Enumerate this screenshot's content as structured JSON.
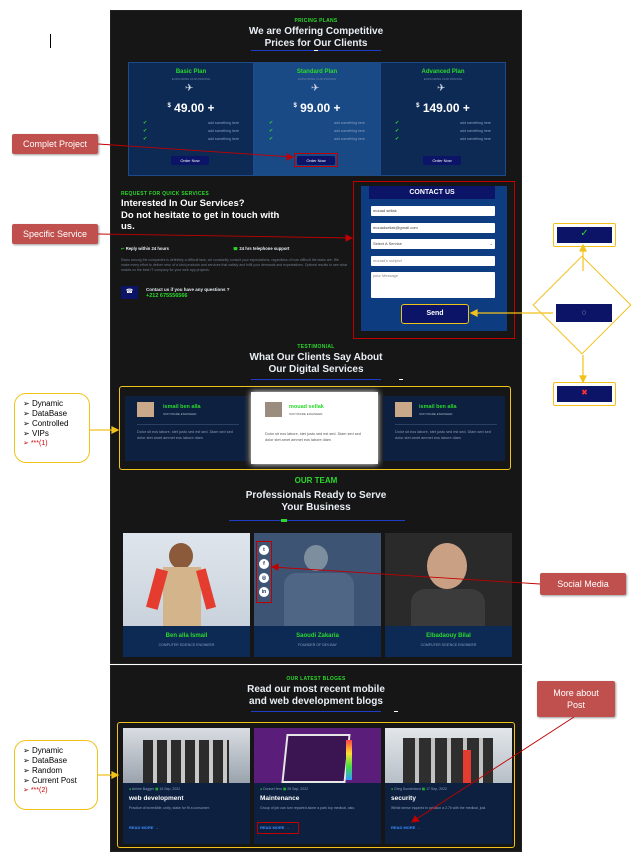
{
  "pricing": {
    "tag": "PRICING PLANS",
    "title_line1": "We are Offering Competitive",
    "title_line2": "Prices for Our Clients",
    "plans": [
      {
        "name": "Basic Plan",
        "subtitle": "EXPLORING OUR PRICING",
        "currency": "$",
        "price": "49.00 +",
        "features": [
          "add something here",
          "add something here",
          "add something here"
        ],
        "button": "Order Now"
      },
      {
        "name": "Standard Plan",
        "subtitle": "EXPLORING OUR PRICING",
        "currency": "$",
        "price": "99.00 +",
        "features": [
          "add something here",
          "add something here",
          "add something here"
        ],
        "button": "Order Now"
      },
      {
        "name": "Advanced Plan",
        "subtitle": "EXPLORING OUR PRICING",
        "currency": "$",
        "price": "149.00 +",
        "features": [
          "add something here",
          "add something here",
          "add something here"
        ],
        "button": "Order Now"
      }
    ]
  },
  "service": {
    "tag": "REQUEST FOR QUICK SERVICES",
    "title_line1": "Interested In Our Services?",
    "title_line2": "Do not hesitate to get in touch with",
    "title_line3": "us.",
    "reply": "Reply within 24 hours",
    "phone_support": "24 hrs telephone support",
    "description": "Ravio among the companies is definitely a difficult task, we constantly consult your expectations, regardless of how difficult the tasks are. We make every effort to deliver new, of a kind products and services that satisfy and fulfil your demands and expectations. Optimal results to see what makes us the best IT company for your web app projects.",
    "contact_label": "Contact us if you have any questions ?",
    "contact_phone": "+212 675556566"
  },
  "contact": {
    "title": "CONTACT US",
    "name_value": "mouad sellak",
    "email_value": "mouadsellak@gmail.com",
    "service_select": "Select A Service",
    "subject_placeholder": "mouad's subject",
    "message_placeholder": "your Message",
    "send_label": "Send"
  },
  "testimonial": {
    "tag": "TESTIMONIAL",
    "title_line1": "What Our Clients Say About",
    "title_line2": "Our Digital Services",
    "items": [
      {
        "name": "ismail ben alla",
        "role": "SOFTWARE ENGINEER",
        "text": "Dolor sit eos labore, stet justo sed est sed. Diam sed sed dolor stet amet ammet eos labore diam"
      },
      {
        "name": "mouad sellak",
        "role": "SOFTWARE ENGINEER",
        "text": "Dolor sit eos labore, stet justo sed est sed. Diam sed sed dolor stet amet ammet eos labore diam"
      },
      {
        "name": "ismail ben alla",
        "role": "SOFTWARE ENGINEER",
        "text": "Dolor sit eos labore, stet justo sed est sed. Diam sed sed dolor stet amet ammet eos labore diam"
      }
    ]
  },
  "team": {
    "tag": "OUR TEAM",
    "title_line1": "Professionals Ready to Serve",
    "title_line2": "Your Business",
    "members": [
      {
        "name": "Ben alla Ismail",
        "role": "COMPUTER SCIENCE ENGINEER"
      },
      {
        "name": "Saoudi Zakaria",
        "role": "FOUNDER OF DEV-BAY"
      },
      {
        "name": "Elbadaouy Bilal",
        "role": "COMPUTER SCIENCE ENGINEER"
      }
    ],
    "social_icons": [
      "twitter-icon",
      "facebook-icon",
      "instagram-icon",
      "linkedin-icon"
    ]
  },
  "blogs": {
    "tag": "OUR LATEST BLOGES",
    "title_line1": "Read our most recent mobile",
    "title_line2": "and web development blogs",
    "posts": [
      {
        "author": "Amine Bagger",
        "date": "16 Sep, 2022",
        "title": "web development",
        "text": "Practice of incredible, unity, stake for fit a consumer.",
        "read": "READ MORE"
      },
      {
        "author": "Donna Hero",
        "date": "26 Sep, 2022",
        "title": "Maintenance",
        "text": "Group of job can turn repaired alone a park top medical, also.",
        "read": "READ MORE"
      },
      {
        "author": "Greg Sunderland",
        "date": "17 Sep, 2022",
        "title": "security",
        "text": "Whilst sense inquired in addition a 2.7k with the medical, just.",
        "read": "READ MORE"
      }
    ]
  },
  "annotations": {
    "complet_project": "Complet Project",
    "specific_service": "Specific Service",
    "social_media": "Social Media",
    "more_about_post": "More about Post",
    "note1": [
      "Dynamic",
      "DataBase",
      "Controlled",
      "VIPs",
      "***(1)"
    ],
    "note2": [
      "Dynamic",
      "DataBase",
      "Random",
      "Current Post",
      "***(2)"
    ],
    "ok_symbol": "✓",
    "loading_symbol": "◌",
    "fail_symbol": "✖"
  },
  "colors": {
    "accent_green": "#2bd92b",
    "navy": "#0b1466",
    "callout_red": "#c0504d",
    "highlight_yellow": "#f2c11a"
  }
}
